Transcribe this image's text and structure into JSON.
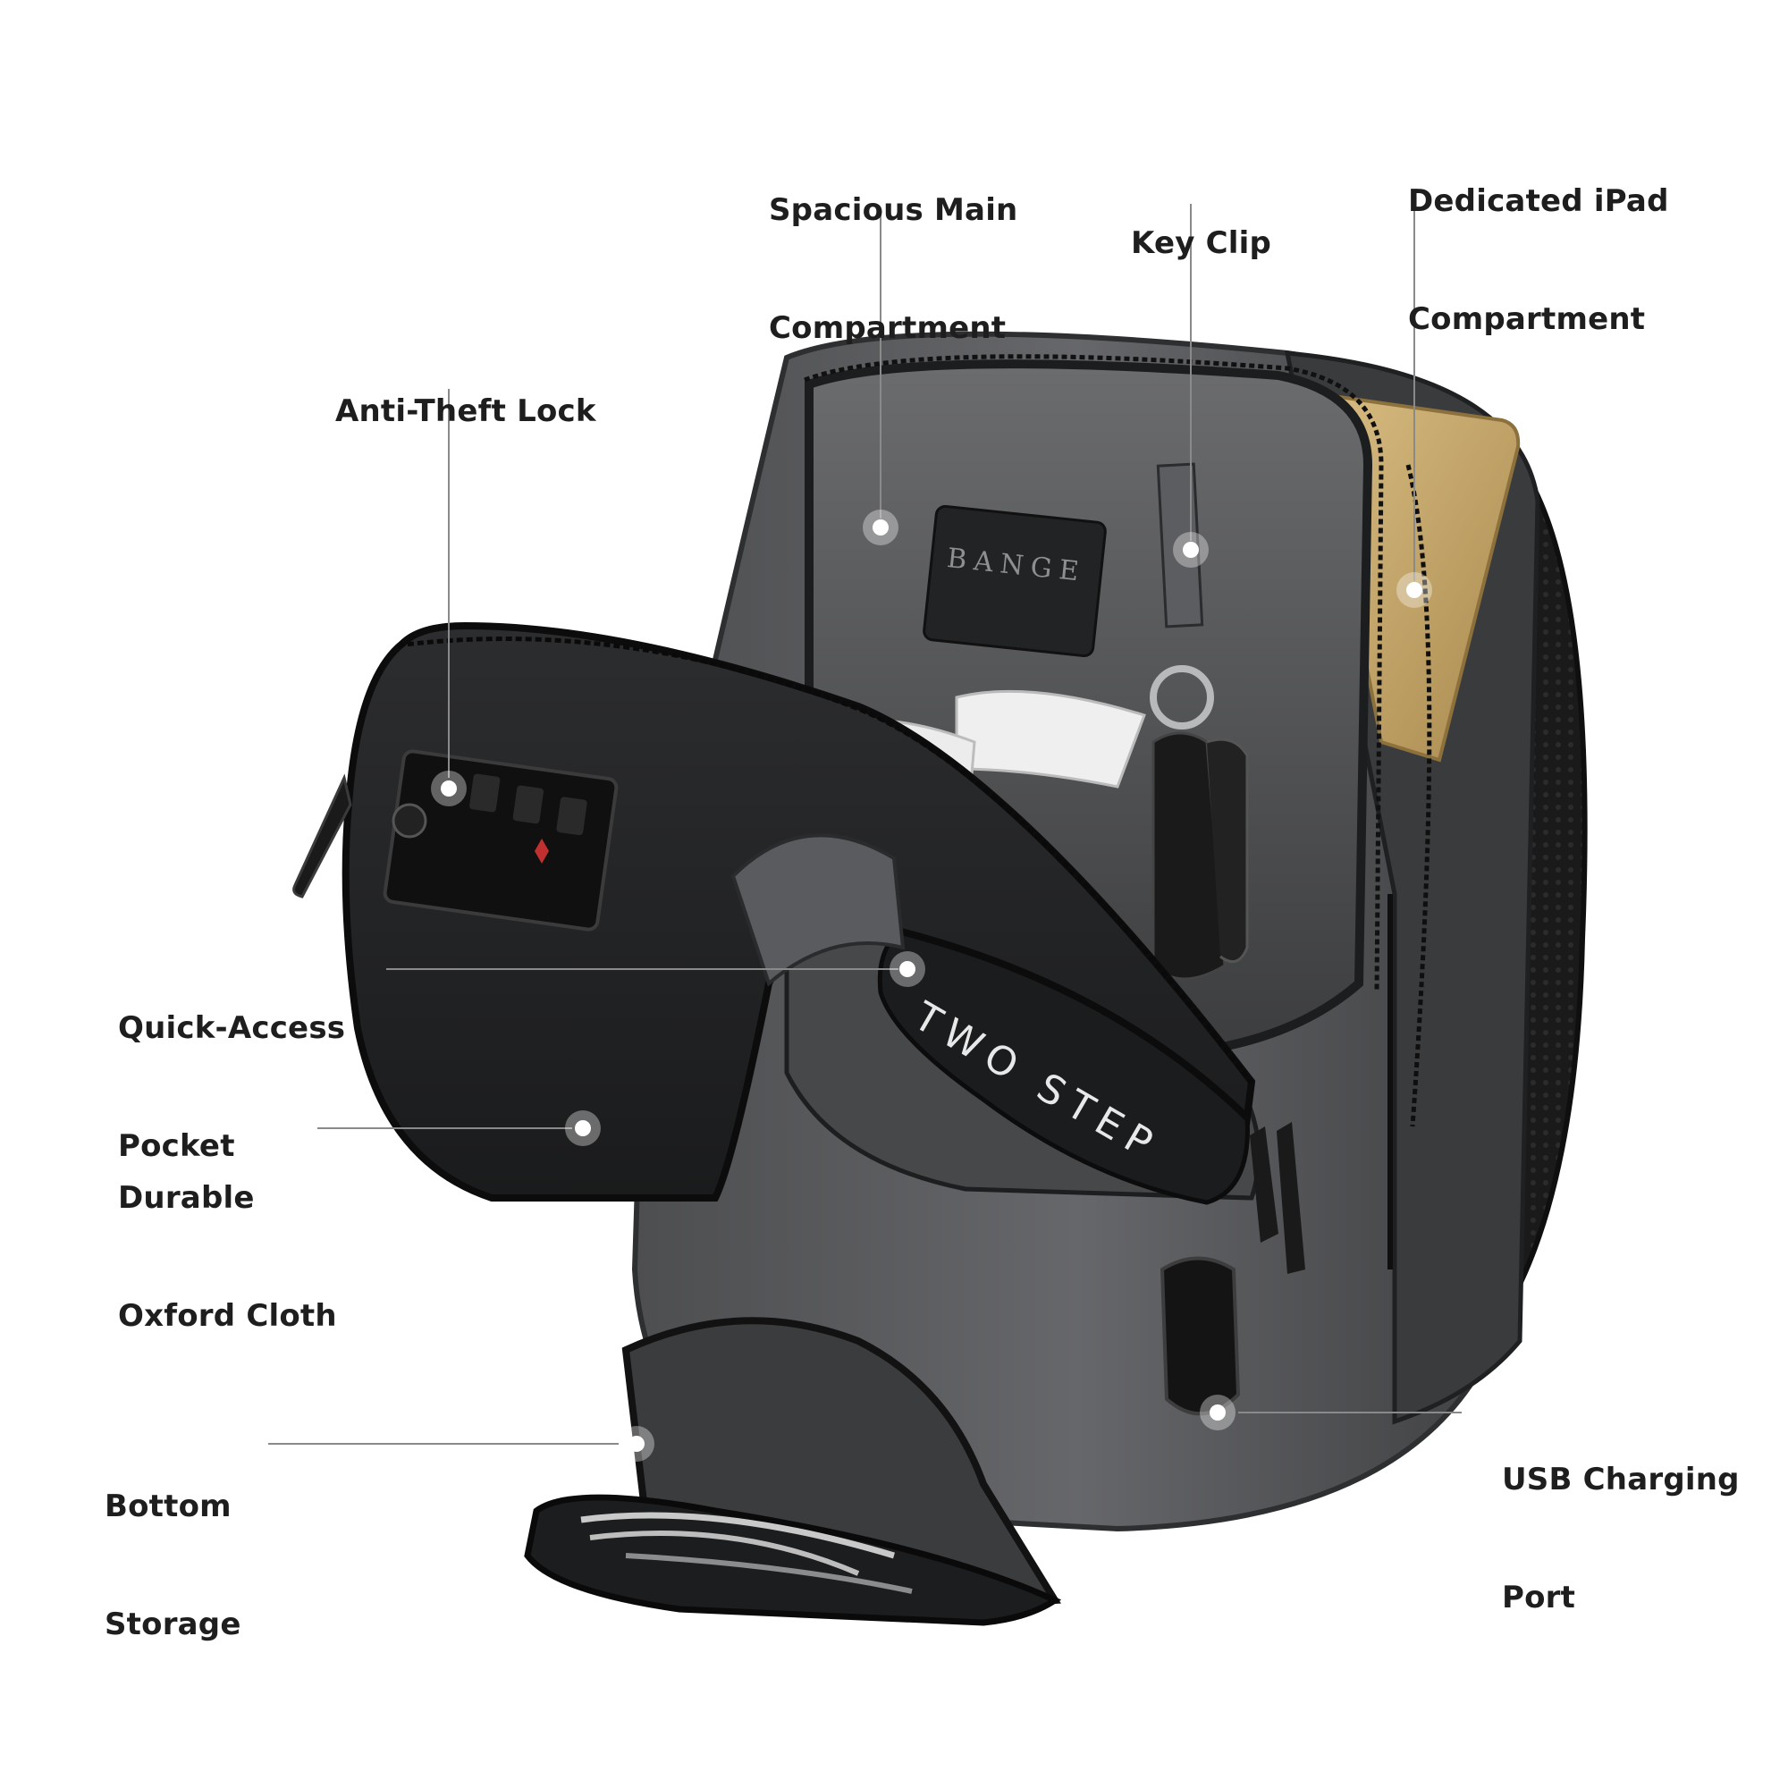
{
  "callouts": {
    "anti_theft_lock": "Anti-Theft Lock",
    "main_compartment": [
      "Spacious Main",
      "Compartment"
    ],
    "key_clip": "Key Clip",
    "ipad_compartment": [
      "Dedicated iPad",
      "Compartment"
    ],
    "quick_access_pocket": [
      "Quick-Access",
      "Pocket"
    ],
    "oxford_cloth": [
      "Durable",
      "Oxford Cloth"
    ],
    "bottom_storage": [
      "Bottom",
      "Storage"
    ],
    "usb_port": [
      "USB Charging",
      "Port"
    ]
  },
  "product": {
    "brand_patch": "BANGE",
    "pocket_print": "TWO STEP"
  },
  "colors": {
    "label_text": "#1e1e1e",
    "leader_line": "#8a8a8a",
    "bag_body": "#5a5b5d",
    "bag_dark": "#1d1e20",
    "ipad": "#c9a96a"
  }
}
